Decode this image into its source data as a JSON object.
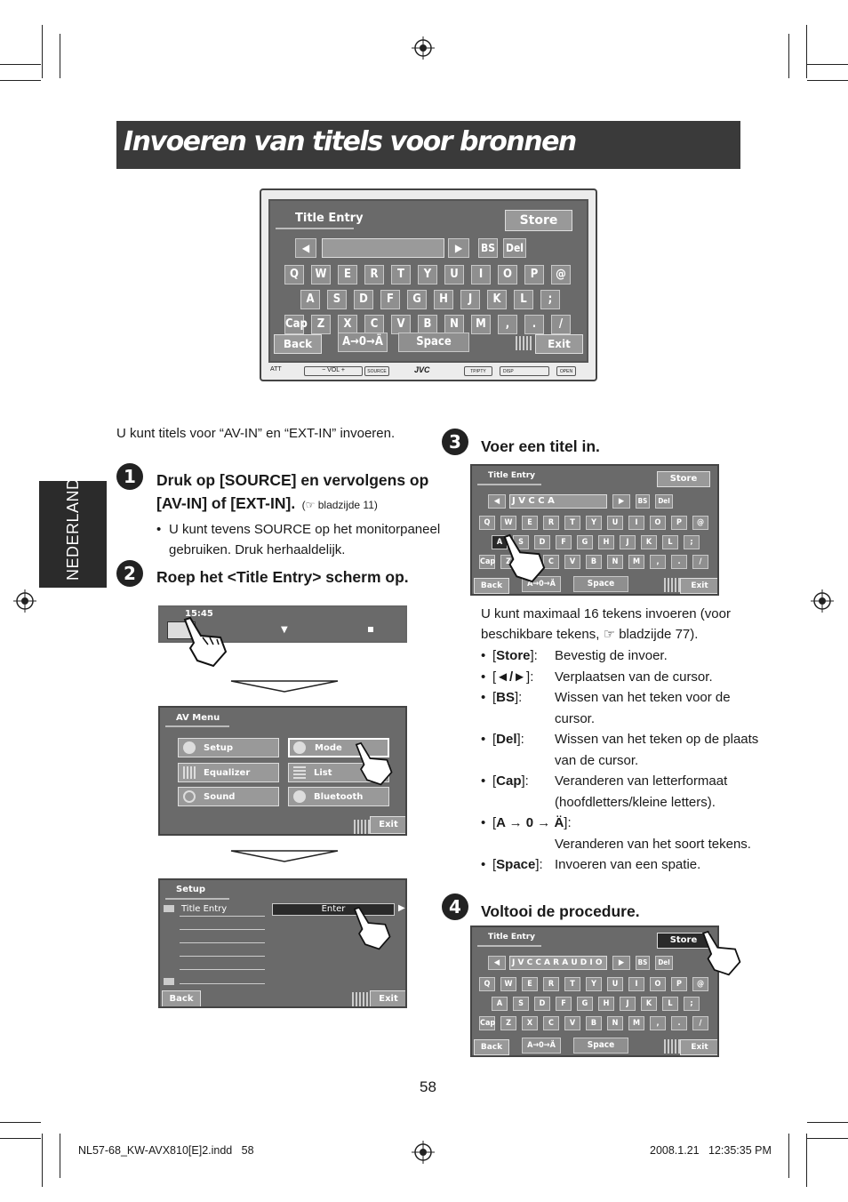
{
  "page": {
    "title": "Invoeren van titels voor bronnen",
    "side_tab": "NEDERLANDS",
    "page_number": "58",
    "footer_left": "NL57-68_KW-AVX810[E]2.indd   58",
    "footer_right": "2008.1.21   12:35:35 PM"
  },
  "intro": "U kunt titels voor “AV-IN” en “EXT-IN” invoeren.",
  "step1": {
    "num": "1",
    "line1": "Druk op [SOURCE] en vervolgens op",
    "line2": "[AV-IN] of [EXT-IN].",
    "ref": "(☞ bladzijde 11)",
    "bullet1": "U kunt tevens SOURCE op het monitorpaneel",
    "bullet2": "gebruiken. Druk herhaaldelijk."
  },
  "step2": {
    "num": "2",
    "text": "Roep het <Title Entry> scherm op."
  },
  "step3": {
    "num": "3",
    "text": "Voer een titel in.",
    "note1": "U kunt maximaal 16 tekens invoeren (voor",
    "note2": "beschikbare tekens, ☞ bladzijde 77).",
    "items": [
      {
        "key": "Store",
        "pre": "[",
        "post": "]:",
        "desc": [
          "Bevestig de invoer."
        ]
      },
      {
        "key": "◄/►",
        "pre": "[",
        "post": "]:",
        "desc": [
          "Verplaatsen van de cursor."
        ]
      },
      {
        "key": "BS",
        "pre": "[",
        "post": "]:",
        "desc": [
          "Wissen van het teken voor de",
          "cursor."
        ]
      },
      {
        "key": "Del",
        "pre": "[",
        "post": "]:",
        "desc": [
          "Wissen van het teken op de plaats",
          "van de cursor."
        ]
      },
      {
        "key": "Cap",
        "pre": "[",
        "post": "]:",
        "desc": [
          "Veranderen van letterformaat",
          "(hoofdletters/kleine letters)."
        ]
      },
      {
        "key": "A → 0 → Ä",
        "pre": "[",
        "post": "]:",
        "desc": [
          "Veranderen van het soort tekens."
        ]
      },
      {
        "key": "Space",
        "pre": "[",
        "post": "]:",
        "desc": [
          "Invoeren van een spatie."
        ]
      }
    ]
  },
  "step4": {
    "num": "4",
    "text": "Voltooi de procedure."
  },
  "keyboard": {
    "title": "Title Entry",
    "store": "Store",
    "bs": "BS",
    "del": "Del",
    "row1": [
      "Q",
      "W",
      "E",
      "R",
      "T",
      "Y",
      "U",
      "I",
      "O",
      "P",
      "@"
    ],
    "row2": [
      "A",
      "S",
      "D",
      "F",
      "G",
      "H",
      "J",
      "K",
      "L",
      ";"
    ],
    "row3": [
      "Cap",
      "Z",
      "X",
      "C",
      "V",
      "B",
      "N",
      "M",
      ",",
      ".",
      "/"
    ],
    "back": "Back",
    "mode": "A→0→Ä",
    "space": "Space",
    "exit": "Exit",
    "entry_step3": "J V C  C A",
    "entry_step4": "J V C  C A R  A U D I O"
  },
  "unit": {
    "buttons": [
      "ATT",
      "− VOL +",
      "SOURCE",
      "JVC",
      "TP/PTY",
      "DISP",
      "OPEN"
    ]
  },
  "menus": {
    "clock": "15:45",
    "av_menu_title": "AV Menu",
    "av_items": [
      "Setup",
      "Mode",
      "Equalizer",
      "List",
      "Sound",
      "Bluetooth"
    ],
    "exit": "Exit",
    "setup_title": "Setup",
    "setup_row": "Title Entry",
    "enter": "Enter",
    "back": "Back"
  }
}
